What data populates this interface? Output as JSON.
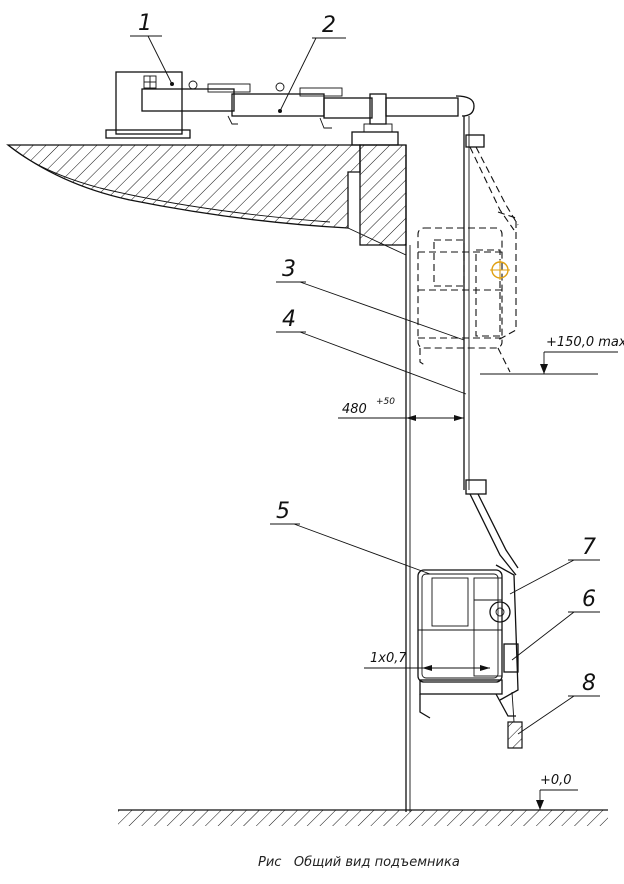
{
  "caption": "Рис   Общий вид подъемника",
  "labels": [
    "1",
    "2",
    "3",
    "4",
    "5",
    "6",
    "7",
    "8"
  ],
  "dimensions": {
    "top_level": "+150,0 max",
    "ground_level": "+0,0",
    "offset_main": "480",
    "offset_tol": "+50",
    "cradle": "1x0,7"
  }
}
